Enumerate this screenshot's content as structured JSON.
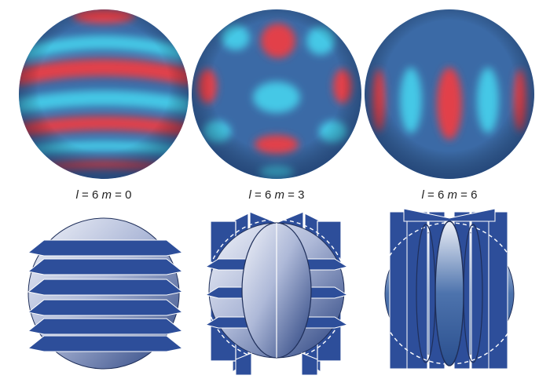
{
  "figure": {
    "panels": [
      {
        "id": "l6m0",
        "label": {
          "l_symbol": "l",
          "l_value": "= 6",
          "m_symbol": "m",
          "m_value": "= 0"
        },
        "pattern": "zonal"
      },
      {
        "id": "l6m3",
        "label": {
          "l_symbol": "l",
          "l_value": "= 6",
          "m_symbol": "m",
          "m_value": "= 3"
        },
        "pattern": "tesseral"
      },
      {
        "id": "l6m6",
        "label": {
          "l_symbol": "l",
          "l_value": "= 6",
          "m_symbol": "m",
          "m_value": "= 6"
        },
        "pattern": "sectoral"
      }
    ],
    "colors": {
      "background": "#ffffff",
      "sphere_base": "#3b6aa6",
      "positive": "#e2404a",
      "negative": "#45c8e6",
      "plane": "#2d4e9a",
      "plane_edge": "#ffffff"
    }
  }
}
